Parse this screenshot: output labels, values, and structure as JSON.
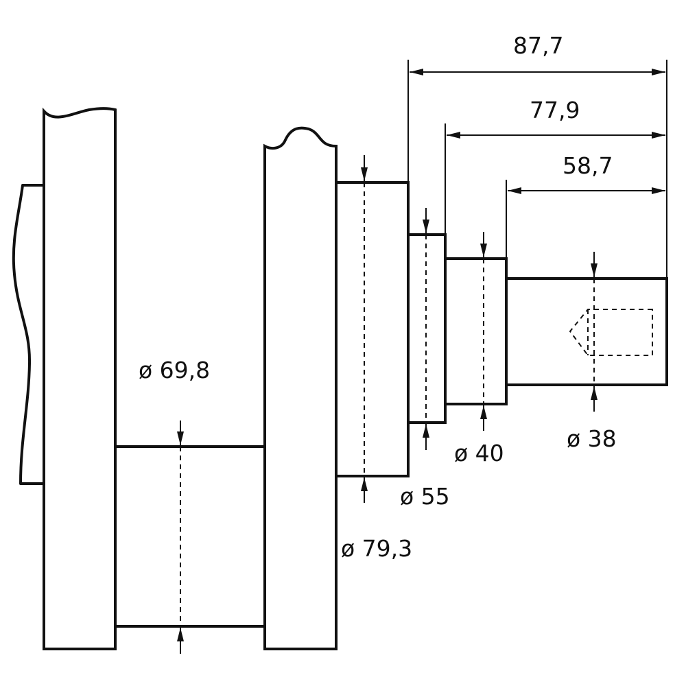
{
  "dimensions": {
    "length_87_7": "87,7",
    "length_77_9": "77,9",
    "length_58_7": "58,7",
    "dia_69_8": "ø 69,8",
    "dia_79_3": "ø 79,3",
    "dia_55": "ø 55",
    "dia_40": "ø 40",
    "dia_38": "ø 38"
  }
}
